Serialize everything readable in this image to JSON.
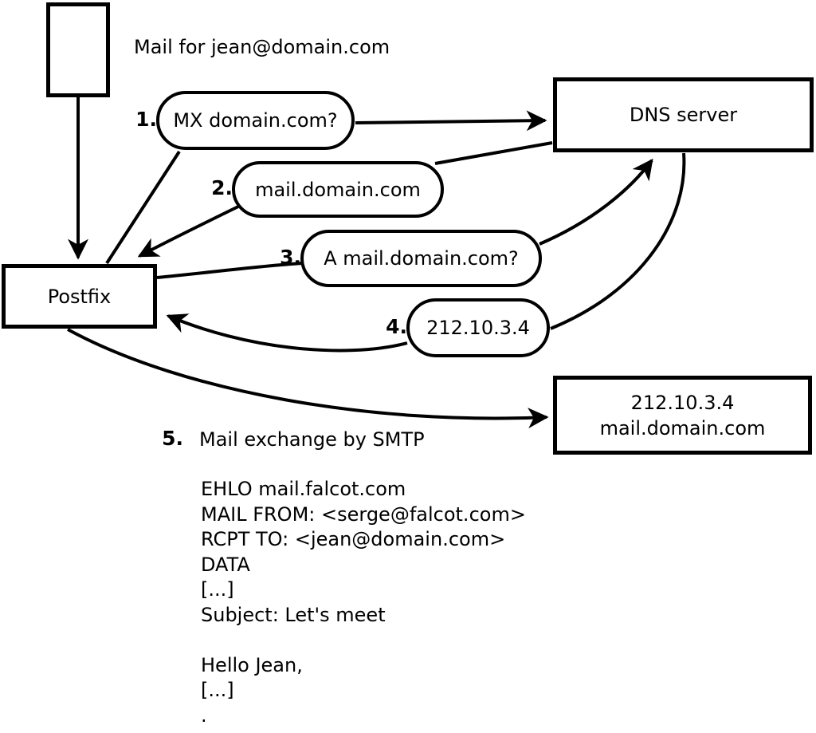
{
  "caption": "Mail for jean@domain.com",
  "nodes": {
    "dns": {
      "label": "DNS server"
    },
    "postfix": {
      "label": "Postfix"
    },
    "mailserver": {
      "line1": "212.10.3.4",
      "line2": "mail.domain.com"
    }
  },
  "steps": [
    {
      "num": "1.",
      "label": "MX domain.com?"
    },
    {
      "num": "2.",
      "label": "mail.domain.com"
    },
    {
      "num": "3.",
      "label": "A mail.domain.com?"
    },
    {
      "num": "4.",
      "label": "212.10.3.4"
    },
    {
      "num": "5.",
      "label": "Mail exchange by SMTP"
    }
  ],
  "smtp_session": {
    "lines": [
      "EHLO mail.falcot.com",
      "MAIL FROM: <serge@falcot.com>",
      "RCPT TO: <jean@domain.com>",
      "DATA",
      "[...]",
      "Subject: Let's meet",
      "",
      "Hello Jean,",
      "[...]",
      "."
    ]
  },
  "colors": {
    "stroke": "#000000",
    "background": "#ffffff"
  }
}
